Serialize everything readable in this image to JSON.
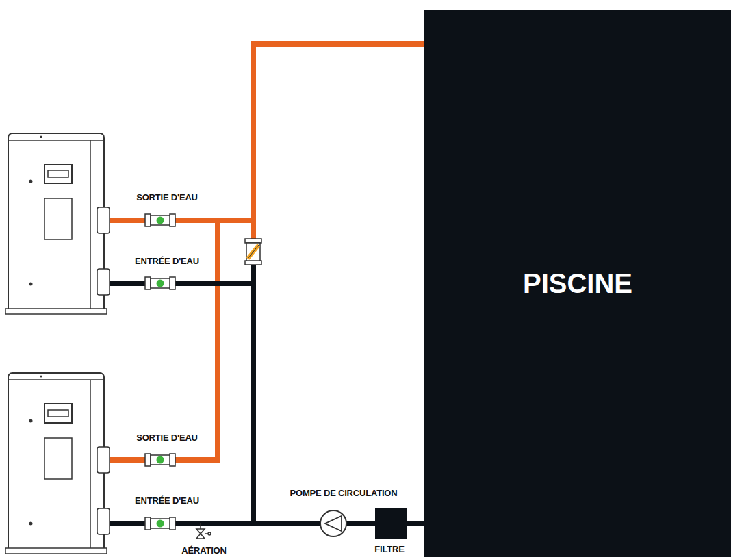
{
  "diagram": {
    "nodes": [
      {
        "text": [
          "PISCINE"
        ]
      }
    ],
    "labels": [
      "SORTIE D'EAU",
      "ENTRÉE D'EAU",
      "SORTIE D'EAU",
      "ENTRÉE D'EAU",
      "AÉRATION",
      "POMPE DE CIRCULATION",
      "FILTRE"
    ]
  }
}
